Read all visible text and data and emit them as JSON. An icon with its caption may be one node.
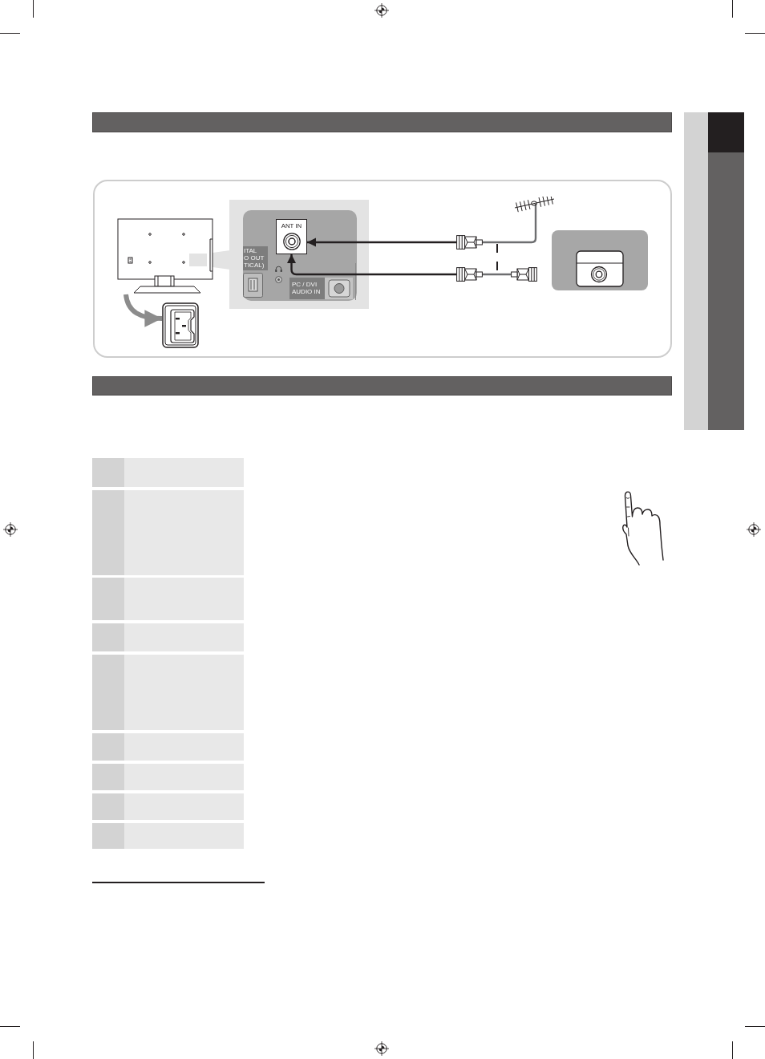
{
  "diagram": {
    "nodes": [
      {
        "text": [],
        "shape": "picture"
      },
      {
        "text": [],
        "shape": "picture"
      },
      {
        "text": [],
        "shape": "picture"
      },
      {
        "text": [
          "ANT IN"
        ],
        "in": 2
      },
      {
        "text": [],
        "shape": "picture"
      },
      {
        "text": [],
        "shape": "picture"
      },
      {
        "text": [],
        "shape": "picture"
      },
      {
        "text": [],
        "shape": "picture"
      },
      {
        "text": [],
        "shape": "picture"
      }
    ],
    "edges": [
      {
        "from": 0,
        "to": 1,
        "arrow": "to",
        "style": "thick",
        "color": "#8c8c8c"
      },
      {
        "from": 4,
        "to": 3,
        "arrow": "to"
      },
      {
        "from": 5,
        "to": 3,
        "arrow": "to"
      },
      {
        "from": 6,
        "to": 4,
        "arrow": "none",
        "color": "#6d6e70"
      },
      {
        "from": 7,
        "to": 5,
        "arrow": "none",
        "color": "#6d6e70"
      }
    ],
    "labels": [
      "ITAL",
      "O OUT",
      "TICAL)",
      "PC / DVI AUDIO IN"
    ]
  }
}
